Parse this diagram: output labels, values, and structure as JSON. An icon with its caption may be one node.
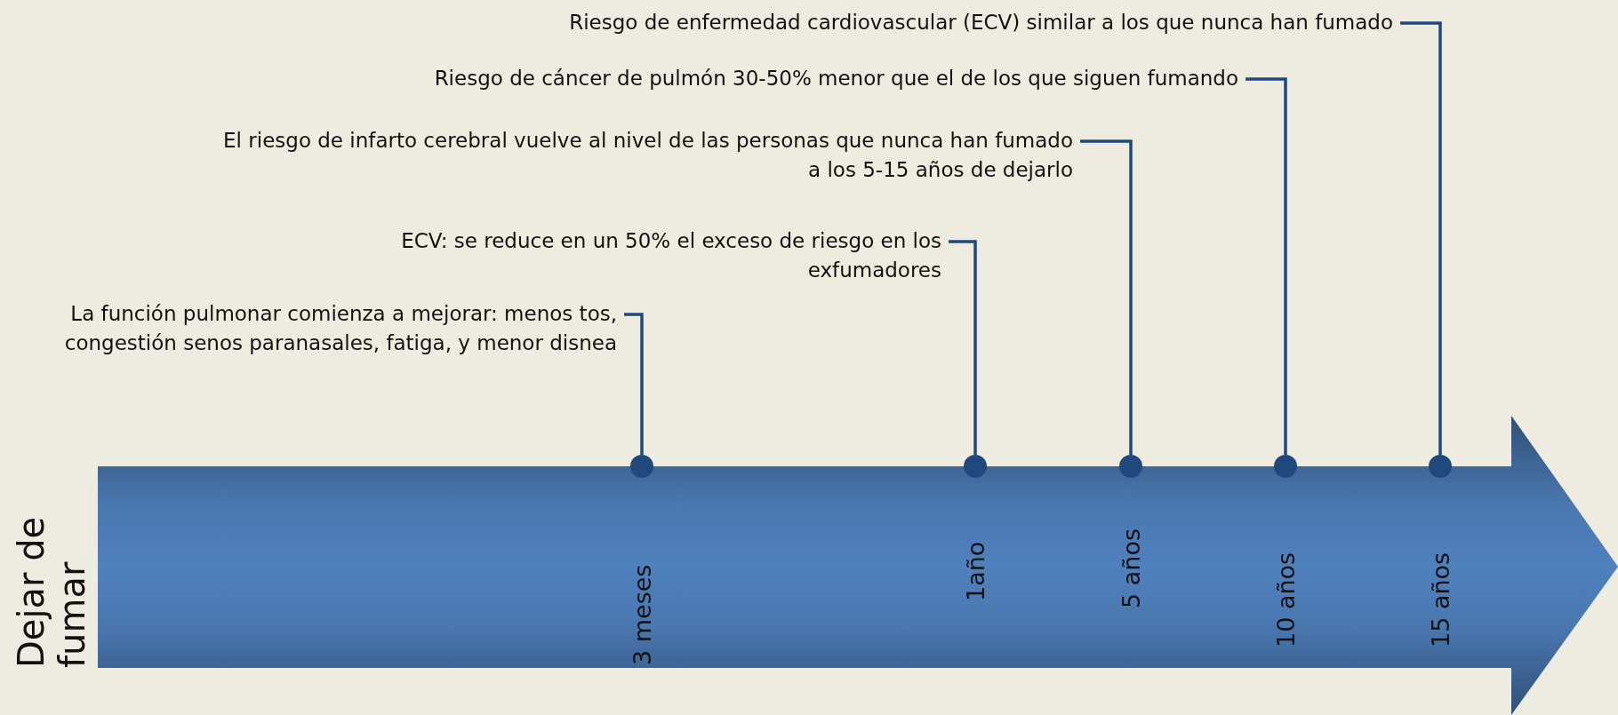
{
  "diagram": {
    "nodes": [
      {
        "text": [
          "La función pulmonar comienza a mejorar: menos tos, congestión senos paranasales, fatiga, y menor disnea"
        ]
      },
      {
        "text": [
          "ECV: se reduce en un 50% el exceso de riesgo en los exfumadores"
        ]
      },
      {
        "text": [
          "El riesgo de infarto cerebral vuelve al nivel de las personas que nunca han fumado a los 5-15 años de dejarlo"
        ]
      },
      {
        "text": [
          "Riesgo de cáncer de pulmón 30-50% menor que el de los que siguen fumando"
        ]
      },
      {
        "text": [
          "Riesgo de enfermedad cardiovascular (ECV) similar a los que nunca han fumado"
        ]
      },
      {
        "text": [],
        "shape": "circle",
        "beside": [
          "3 meses"
        ]
      },
      {
        "text": [],
        "shape": "circle",
        "beside": [
          "1año"
        ]
      },
      {
        "text": [],
        "shape": "circle",
        "beside": [
          "5 años"
        ]
      },
      {
        "text": [],
        "shape": "circle",
        "beside": [
          "10 años"
        ]
      },
      {
        "text": [],
        "shape": "circle",
        "beside": [
          "15 años"
        ]
      }
    ],
    "edges": [
      {
        "from": 0,
        "to": 5,
        "arrow": "none"
      },
      {
        "from": 1,
        "to": 6,
        "arrow": "none"
      },
      {
        "from": 2,
        "to": 7,
        "arrow": "none"
      },
      {
        "from": 3,
        "to": 8,
        "arrow": "none"
      },
      {
        "from": 4,
        "to": 9,
        "arrow": "none"
      }
    ],
    "labels": [
      "Dejar de fumar"
    ]
  }
}
